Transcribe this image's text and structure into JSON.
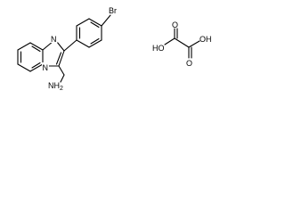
{
  "molecule_main": {
    "atoms": {
      "n_ring": "N",
      "n_bridge": "N",
      "bromine": "Br",
      "amine": "NH",
      "amine_sub": "2"
    }
  },
  "counterion": {
    "atoms": {
      "o_top_left": "O",
      "oh_top_right": "OH",
      "ho_left": "HO",
      "o_bottom_right": "O"
    }
  }
}
